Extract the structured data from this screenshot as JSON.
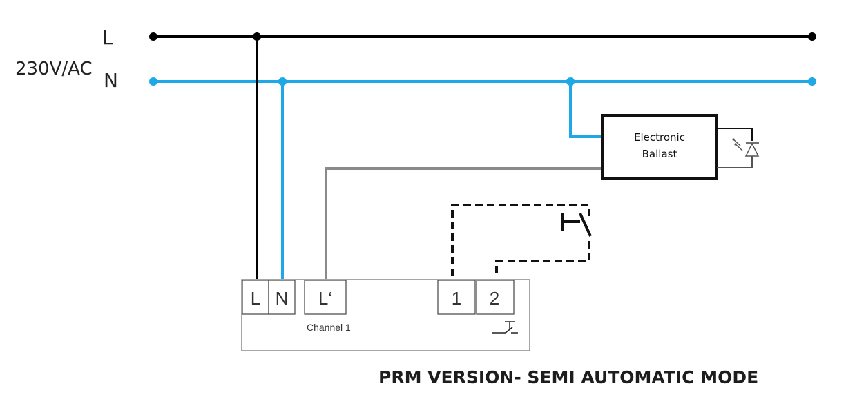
{
  "supply": {
    "line_label": "L",
    "neutral_label": "N",
    "voltage_label": "230V/AC"
  },
  "ballast": {
    "line1": "Electronic",
    "line2": "Ballast"
  },
  "device": {
    "terminals": [
      "L",
      "N",
      "L‘",
      "1",
      "2"
    ],
    "channel_label": "Channel 1"
  },
  "caption": "PRM VERSION- SEMI AUTOMATIC MODE",
  "colors": {
    "line_wire": "#000000",
    "neutral_wire": "#1fa8e6",
    "switched_wire": "#8a8a8a",
    "device_outline": "#888888"
  }
}
